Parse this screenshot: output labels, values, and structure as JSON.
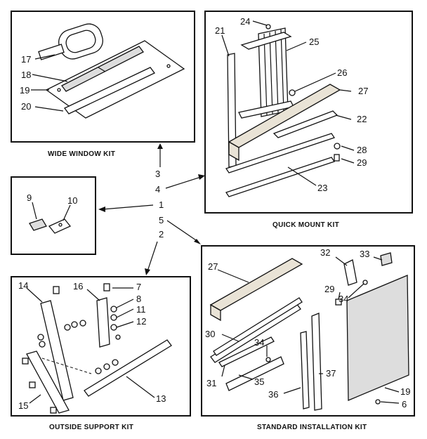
{
  "kits": {
    "wide_window": "WIDE WINDOW KIT",
    "quick_mount": "QUICK MOUNT KIT",
    "outside_support": "OUTSIDE SUPPORT KIT",
    "standard_installation": "STANDARD INSTALLATION KIT"
  },
  "callouts": {
    "n1": "1",
    "n2": "2",
    "n3": "3",
    "n4": "4",
    "n5": "5",
    "n6": "6",
    "n7": "7",
    "n8": "8",
    "n9": "9",
    "n10": "10",
    "n11": "11",
    "n12": "12",
    "n13": "13",
    "n14": "14",
    "n15": "15",
    "n16": "16",
    "n17": "17",
    "n18": "18",
    "n19": "19",
    "n19b": "19",
    "n20": "20",
    "n21": "21",
    "n22": "22",
    "n23": "23",
    "n24": "24",
    "n25": "25",
    "n26": "26",
    "n27": "27",
    "n27b": "27",
    "n28": "28",
    "n29": "29",
    "n29b": "29",
    "n30": "30",
    "n31": "31",
    "n32": "32",
    "n33": "33",
    "n34": "34",
    "n34b": "34",
    "n35": "35",
    "n36": "36",
    "n37": "37"
  }
}
